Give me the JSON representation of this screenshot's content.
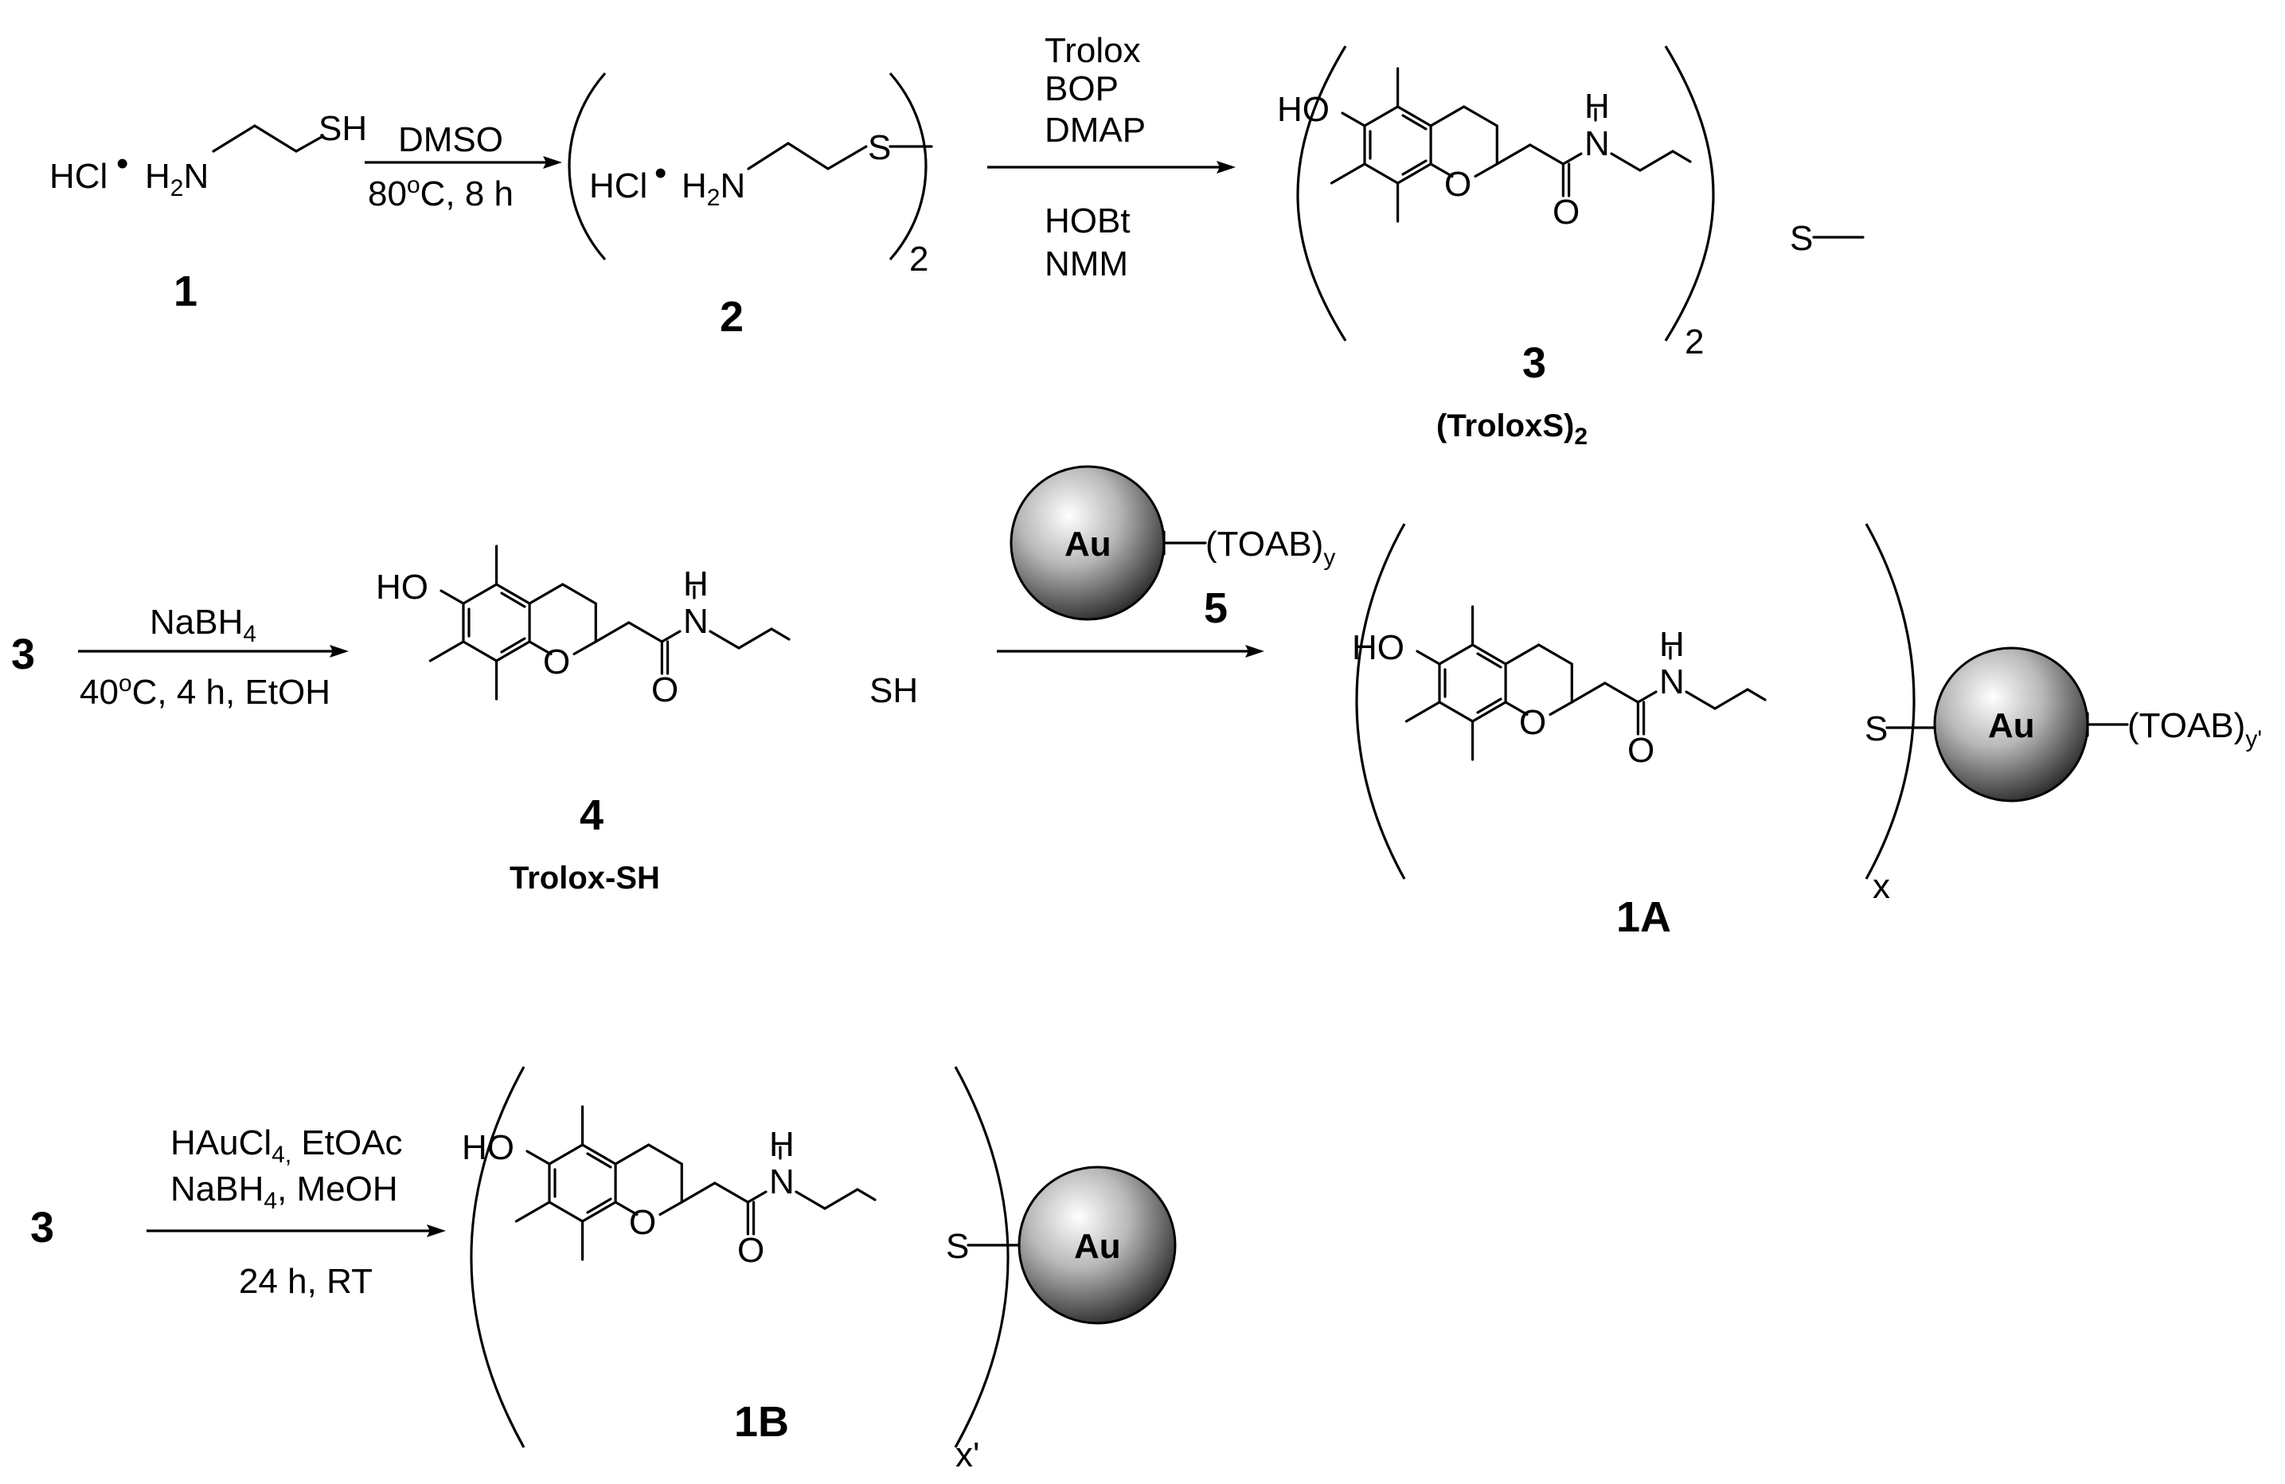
{
  "atoms": {
    "hcl": "HCl",
    "dot": "•",
    "h2n_h": "H",
    "h2n_2": "2",
    "h2n_n": "N",
    "sh": "SH",
    "s": "S",
    "ho": "HO",
    "o": "O",
    "n": "N",
    "h": "H",
    "au": "Au"
  },
  "reactions": {
    "r1": {
      "above": "DMSO",
      "below_a": "80",
      "below_sup": "o",
      "below_b": "C, 8 h"
    },
    "r2": {
      "above": [
        "Trolox",
        "BOP",
        "DMAP"
      ],
      "below": [
        "HOBt",
        "NMM"
      ]
    },
    "r3": {
      "above_a": "NaBH",
      "above_sub": "4",
      "below_a": "40",
      "below_sup": "o",
      "below_b": "C, 4 h, EtOH"
    },
    "r4": {
      "reagent_label": "5"
    },
    "r5": {
      "line1_a": "HAuCl",
      "line1_sub": "4,",
      "line1_b": " EtOAc",
      "line2_a": "NaBH",
      "line2_sub": "4",
      "line2_b": ", MeOH",
      "line3": "24 h, RT"
    }
  },
  "compounds": {
    "c1": {
      "number": "1"
    },
    "c2": {
      "number": "2",
      "subscript": "2"
    },
    "c3": {
      "number": "3",
      "name_a": "(TroloxS)",
      "name_sub": "2",
      "subscript": "2"
    },
    "c3_ref_row2": "3",
    "c3_ref_row3": "3",
    "c4": {
      "number": "4",
      "name": "Trolox-SH"
    },
    "c5": {
      "ligand_a": "(TOAB)",
      "ligand_sub": "y"
    },
    "c1A": {
      "number": "1A",
      "subscript": "x",
      "ligand_a": "(TOAB)",
      "ligand_sub": "y'"
    },
    "c1B": {
      "number": "1B",
      "subscript": "x'"
    }
  },
  "colors": {
    "ink": "#000000",
    "sphere_light": "#ffffff",
    "sphere_dark": "#2a2a2a"
  }
}
